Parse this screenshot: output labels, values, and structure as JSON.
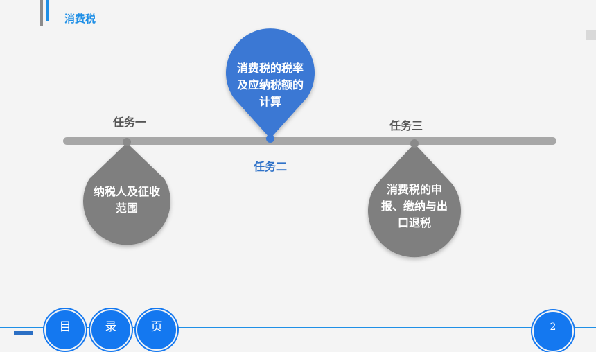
{
  "header": {
    "title": "消费税"
  },
  "timeline": {
    "tasks": [
      {
        "label": "任务一",
        "description": "纳税人及征收范围"
      },
      {
        "label": "任务二",
        "description": "消费税的税率及应纳税额的计算"
      },
      {
        "label": "任务三",
        "description": "消费税的申报、缴纳与出口退税"
      }
    ]
  },
  "colors": {
    "accent": "#1f8fe6",
    "highlight_drop": "#3a78d4",
    "gray_drop": "#7f7f7f",
    "timeline": "#a7a7a7"
  },
  "footer": {
    "nav": [
      {
        "label": "目"
      },
      {
        "label": "录"
      },
      {
        "label": "页"
      }
    ],
    "page_number": "2"
  }
}
